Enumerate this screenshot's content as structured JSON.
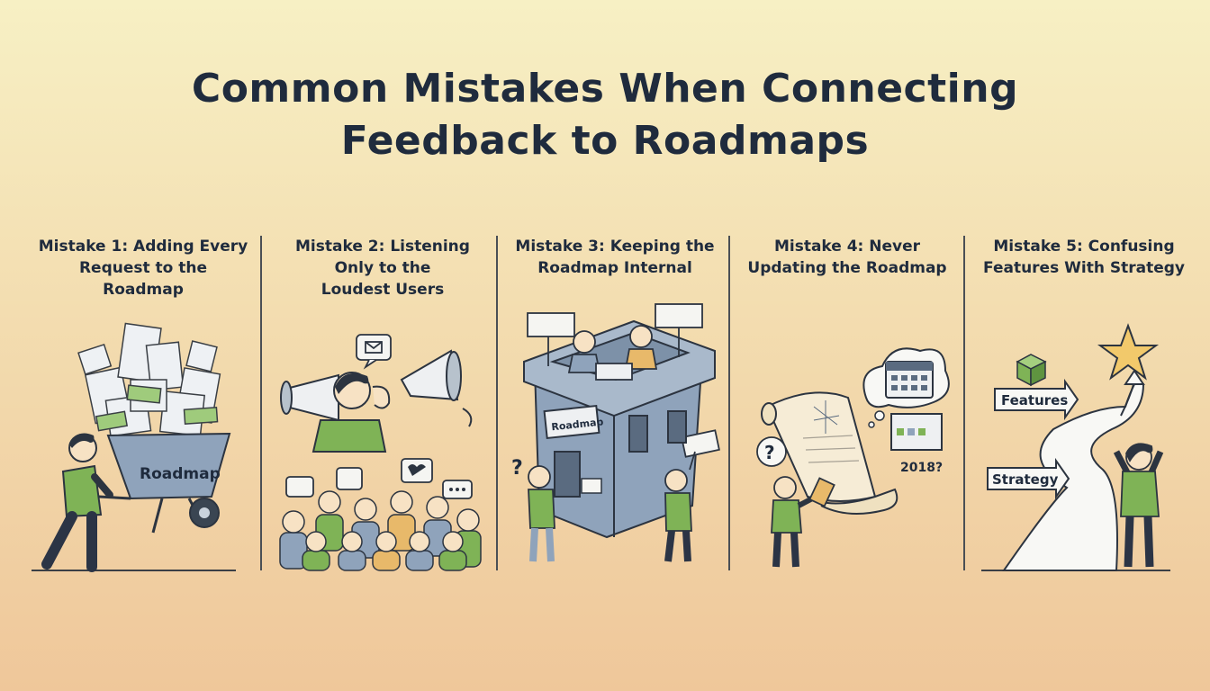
{
  "title": {
    "line1": "Common Mistakes When Connecting",
    "line2": "Feedback to Roadmaps"
  },
  "panels": [
    {
      "heading": [
        "Mistake 1: Adding Every",
        "Request to the",
        "Roadmap"
      ],
      "cart_label": "Roadmap"
    },
    {
      "heading": [
        "Mistake 2: Listening",
        "Only to the",
        "Loudest Users"
      ]
    },
    {
      "heading": [
        "Mistake 3: Keeping the",
        "Roadmap Internal"
      ],
      "sign_label": "Roadmap",
      "question": "?"
    },
    {
      "heading": [
        "Mistake 4: Never",
        "Updating the Roadmap"
      ],
      "year_label": "2018?",
      "question": "?"
    },
    {
      "heading": [
        "Mistake 5: Confusing",
        "Features With Strategy"
      ],
      "features_label": "Features",
      "strategy_label": "Strategy"
    }
  ],
  "colors": {
    "text": "#1f2b3d",
    "shirt": "#7fb356",
    "pants": "#2b3445",
    "tower": "#8fa3bb",
    "star": "#f2c96b"
  }
}
